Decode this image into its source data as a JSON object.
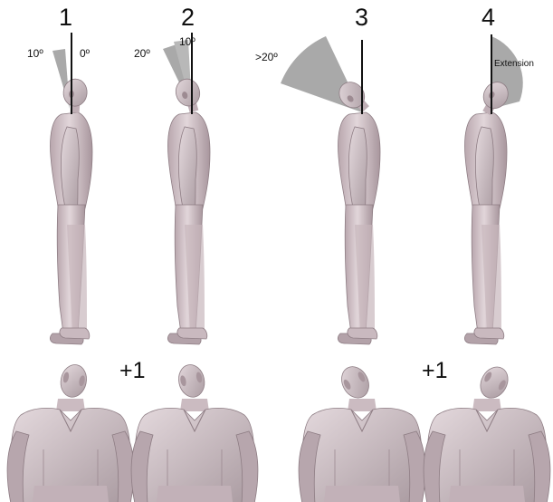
{
  "panels": [
    {
      "number": "1",
      "angle_a": "10º",
      "angle_b": "0º"
    },
    {
      "number": "2",
      "angle_a": "20º",
      "angle_b": "10º"
    },
    {
      "number": "3",
      "angle_a": ">20º"
    },
    {
      "number": "4",
      "angle_a": "Extension"
    }
  ],
  "modifiers": {
    "left": "+1",
    "right": "+1"
  },
  "colors": {
    "figure": "#cdbdc3",
    "figure_shade": "#a8969d",
    "sector": "#a9a9a9",
    "line": "#111111"
  }
}
